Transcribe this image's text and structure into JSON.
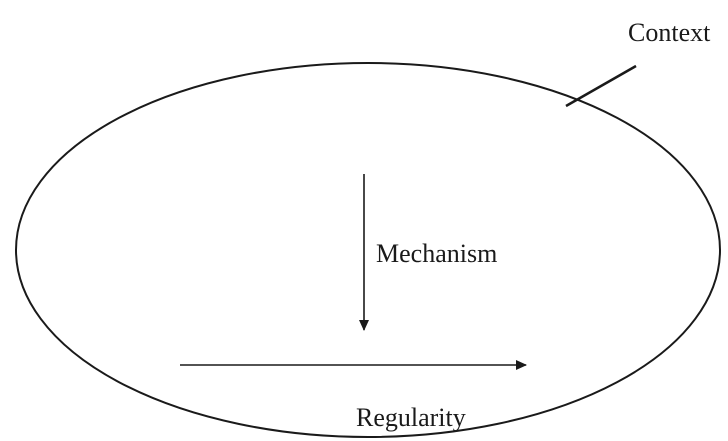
{
  "diagram": {
    "labels": {
      "context": "Context",
      "mechanism": "Mechanism",
      "regularity": "Regularity"
    }
  }
}
